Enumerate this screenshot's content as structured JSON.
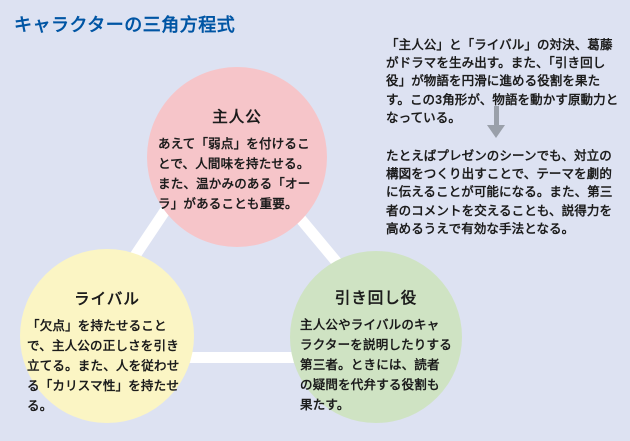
{
  "title": "キャラクターの三角方程式",
  "colors": {
    "background": "#dde2f2",
    "title_text": "#0055a4",
    "body_text": "#1c1c1c",
    "protagonist_fill": "#f6c5c9",
    "rival_fill": "#fbf5c4",
    "facilitator_fill": "#cfe3c3",
    "connector_line": "#ffffff",
    "arrow": "#9aa0aa"
  },
  "diagram": {
    "protagonist": {
      "label": "主人公",
      "description": "あえて「弱点」を付けることで、人間味を持たせる。また、温かみのある「オーラ」があることも重要。"
    },
    "rival": {
      "label": "ライバル",
      "description": "「欠点」を持たせることで、主人公の正しさを引き立てる。また、人を従わせる「カリスマ性」を持たせる。"
    },
    "facilitator": {
      "label": "引き回し役",
      "description": "主人公やライバルのキャラクターを説明したりする第三者。ときには、読者の疑問を代弁する役割も果たす。"
    }
  },
  "explanation": {
    "paragraph1": "「主人公」と「ライバル」の対決、葛藤がドラマを生み出す。また、「引き回し役」が物語を円滑に進める役割を果たす。この3角形が、物語を動かす原動力となっている。",
    "arrow_icon": "down-arrow",
    "paragraph2": "たとえばプレゼンのシーンでも、対立の構図をつくり出すことで、テーマを劇的に伝えることが可能になる。また、第三者のコメントを交えることも、説得力を高めるうえで有効な手法となる。"
  }
}
